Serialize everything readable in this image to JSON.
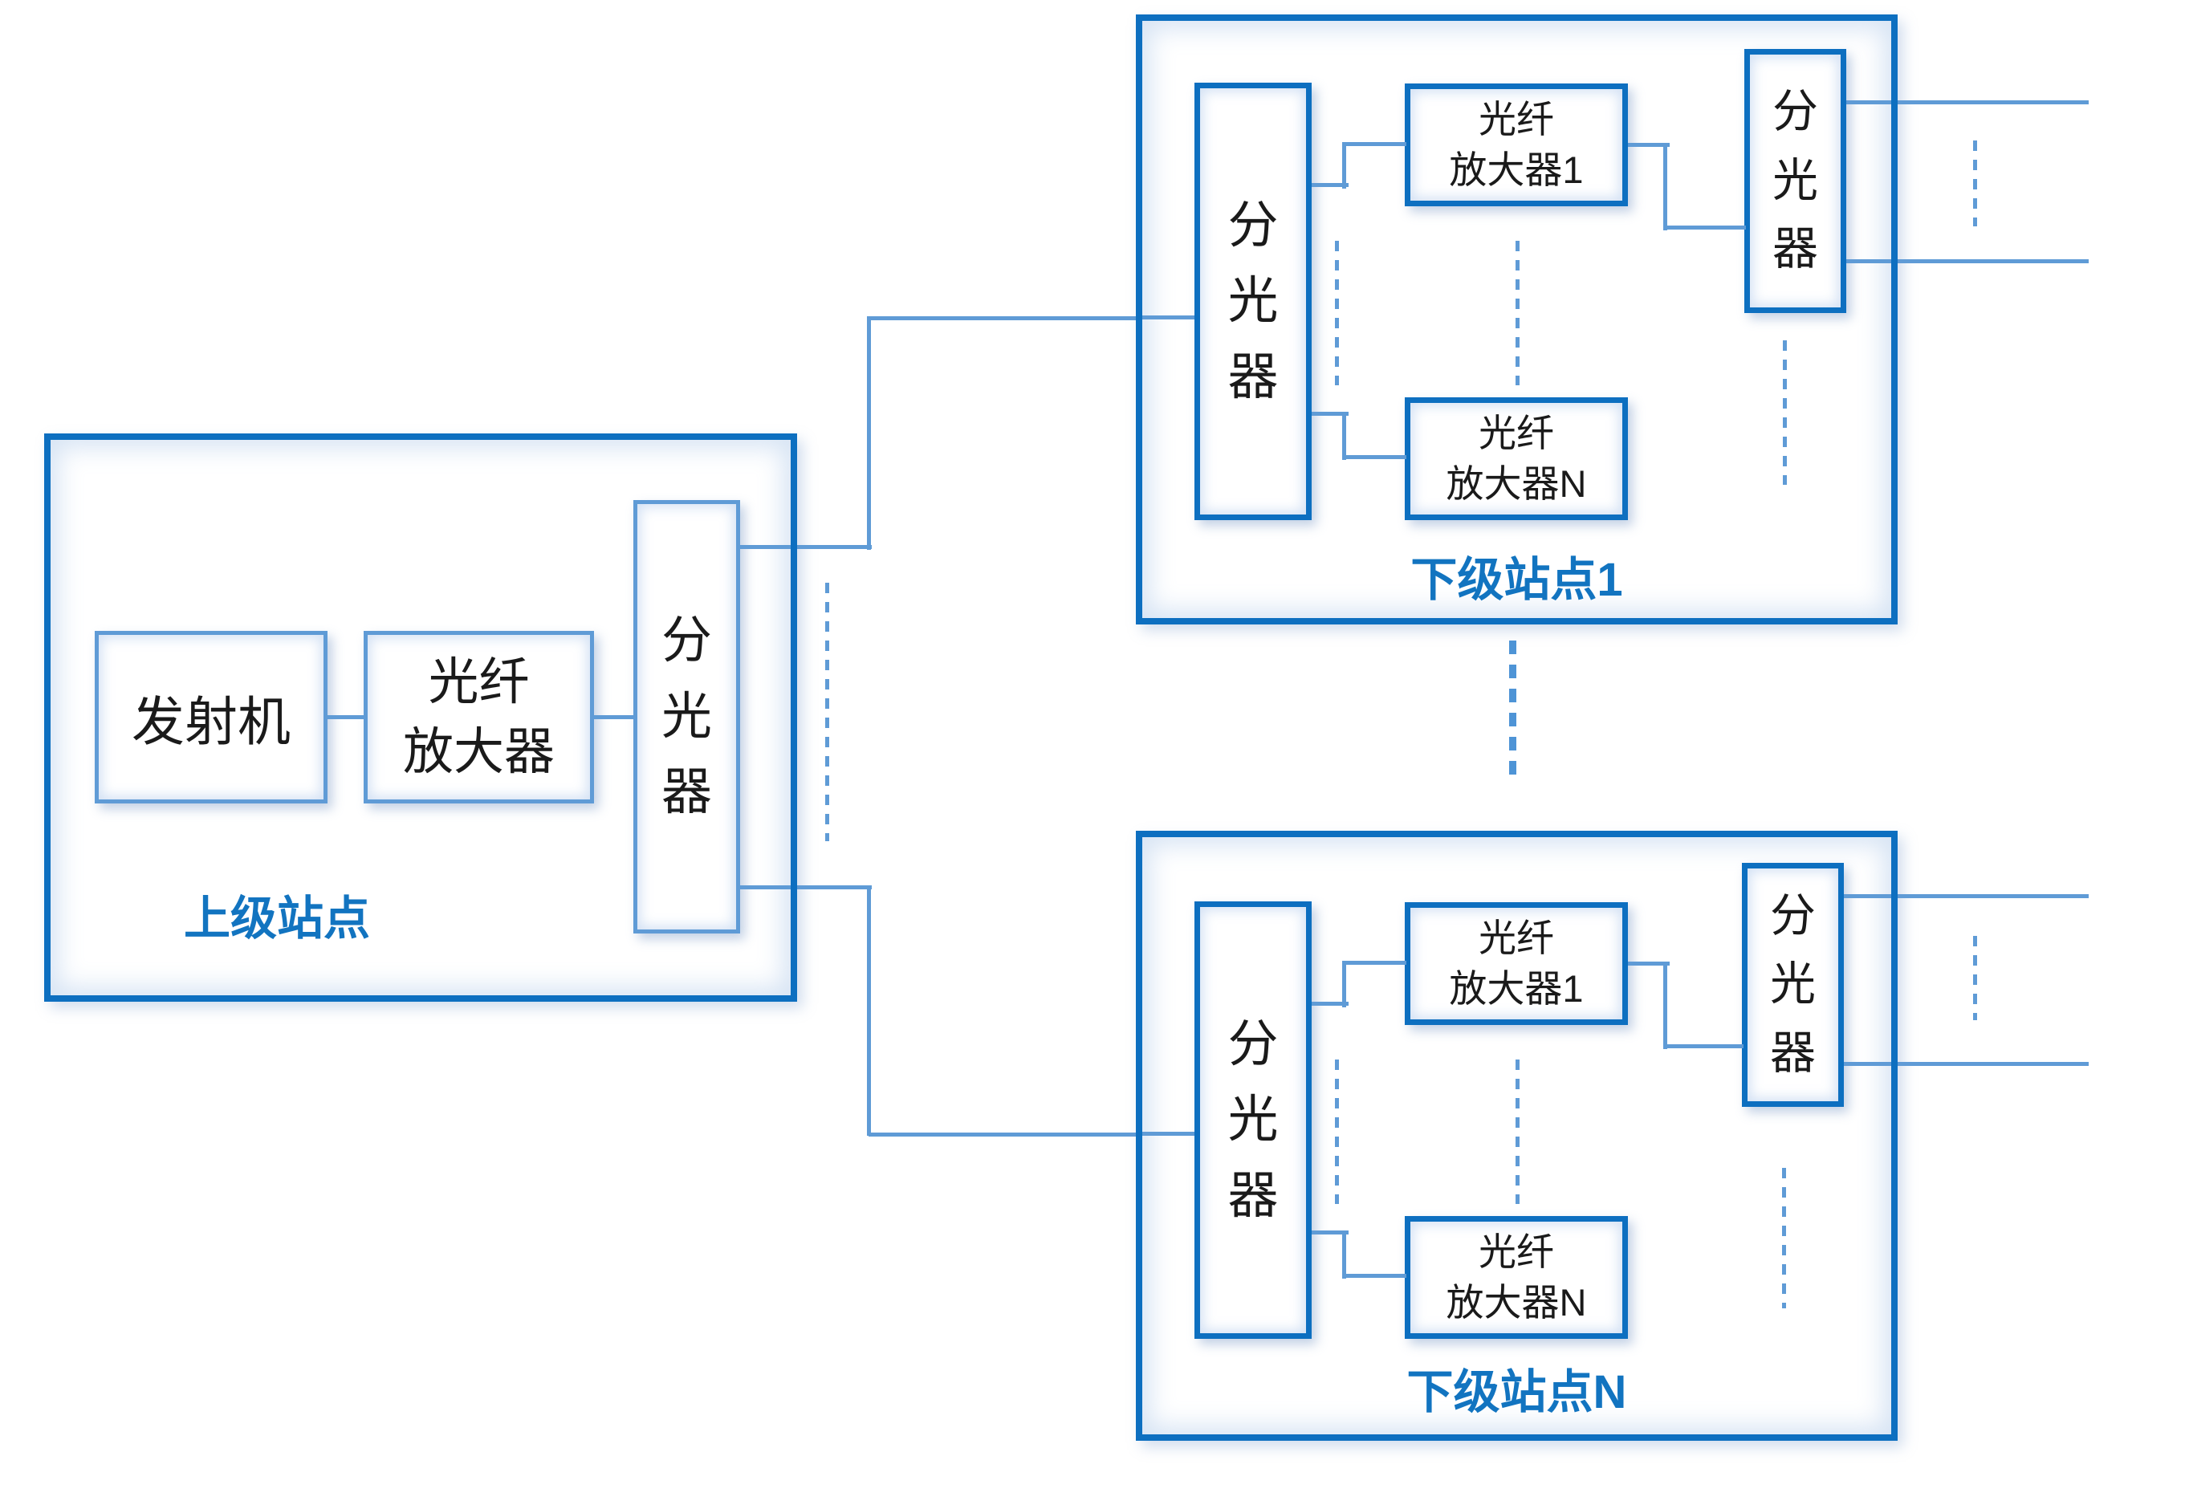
{
  "colors": {
    "accent_dark": "#0d6fc0",
    "accent_light": "#5f9bd6",
    "dash_strong": "#4e94d6",
    "label_blue": "#1274c0",
    "ink": "#1a1a1a"
  },
  "stations": {
    "main": {
      "label": "上级站点",
      "transmitter": "发射机",
      "amplifier": "光纤\n放大器",
      "splitter": "分光器"
    },
    "sub1": {
      "label": "下级站点1",
      "splitter_in": "分光器",
      "amplifier1": "光纤\n放大器1",
      "amplifierN": "光纤\n放大器N",
      "splitter_out": "分光器"
    },
    "subN": {
      "label": "下级站点N",
      "splitter_in": "分光器",
      "amplifier1": "光纤\n放大器1",
      "amplifierN": "光纤\n放大器N",
      "splitter_out": "分光器"
    }
  }
}
